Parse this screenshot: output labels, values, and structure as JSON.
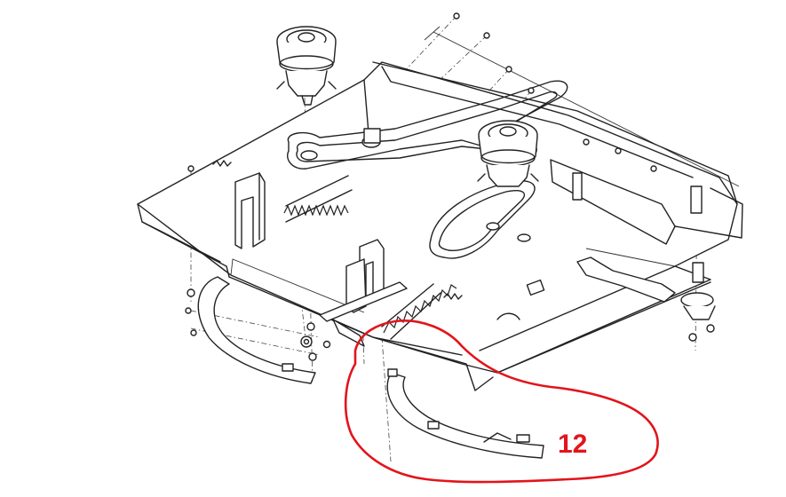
{
  "callout": {
    "label": "12",
    "color": "#e3141b"
  },
  "parts": [
    {
      "name": "mower-deck",
      "icon": "deck-shell"
    },
    {
      "name": "spindle-pulley-left",
      "icon": "pulley-icon"
    },
    {
      "name": "spindle-pulley-right",
      "icon": "pulley-icon"
    },
    {
      "name": "drive-belt",
      "icon": "belt-icon"
    },
    {
      "name": "tension-spring",
      "icon": "spring-icon"
    },
    {
      "name": "discharge-chute",
      "icon": "chute-icon"
    },
    {
      "name": "deflector-guard-left",
      "icon": "guard-icon"
    },
    {
      "name": "deflector-guard-right",
      "icon": "guard-icon"
    }
  ]
}
